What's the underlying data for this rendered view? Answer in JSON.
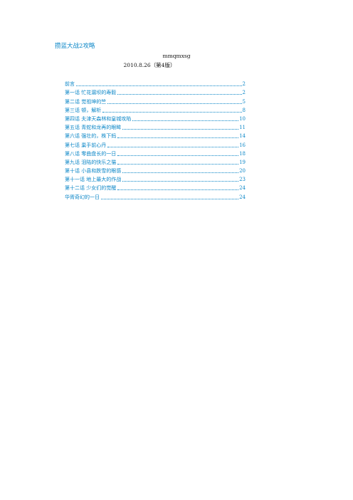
{
  "header": {
    "title": "攒蓝大战2攻略",
    "author": "mmqmxsg",
    "date": "2010.8.26（第4版）"
  },
  "toc": {
    "items": [
      {
        "label": "前言",
        "page": "2"
      },
      {
        "label": "第一话 忙花漏坝的寿毅",
        "page": "2"
      },
      {
        "label": "第二话 觉祖坤的竺",
        "page": "5"
      },
      {
        "label": "第三话 顿，解析",
        "page": "8"
      },
      {
        "label": "第四话 夫津天森林和皇城攻陷",
        "page": "10"
      },
      {
        "label": "第五话 青蛇和龙再的眼眸",
        "page": "11"
      },
      {
        "label": "第六话 强壮的，株下蚂",
        "page": "14"
      },
      {
        "label": "第七话 巢手前心丹",
        "page": "16"
      },
      {
        "label": "第八话 零曲盘长的一日",
        "page": "18"
      },
      {
        "label": "第九话 泪陆的快乐之猫",
        "page": "19"
      },
      {
        "label": "第十话 小县和跌雪的眼感",
        "page": "20"
      },
      {
        "label": "第十一话 地上最大的作战",
        "page": "23"
      },
      {
        "label": "第十二话 少女们的觉醒",
        "page": "24"
      },
      {
        "label": "华胥奇幻的一日",
        "page": "24"
      }
    ]
  }
}
